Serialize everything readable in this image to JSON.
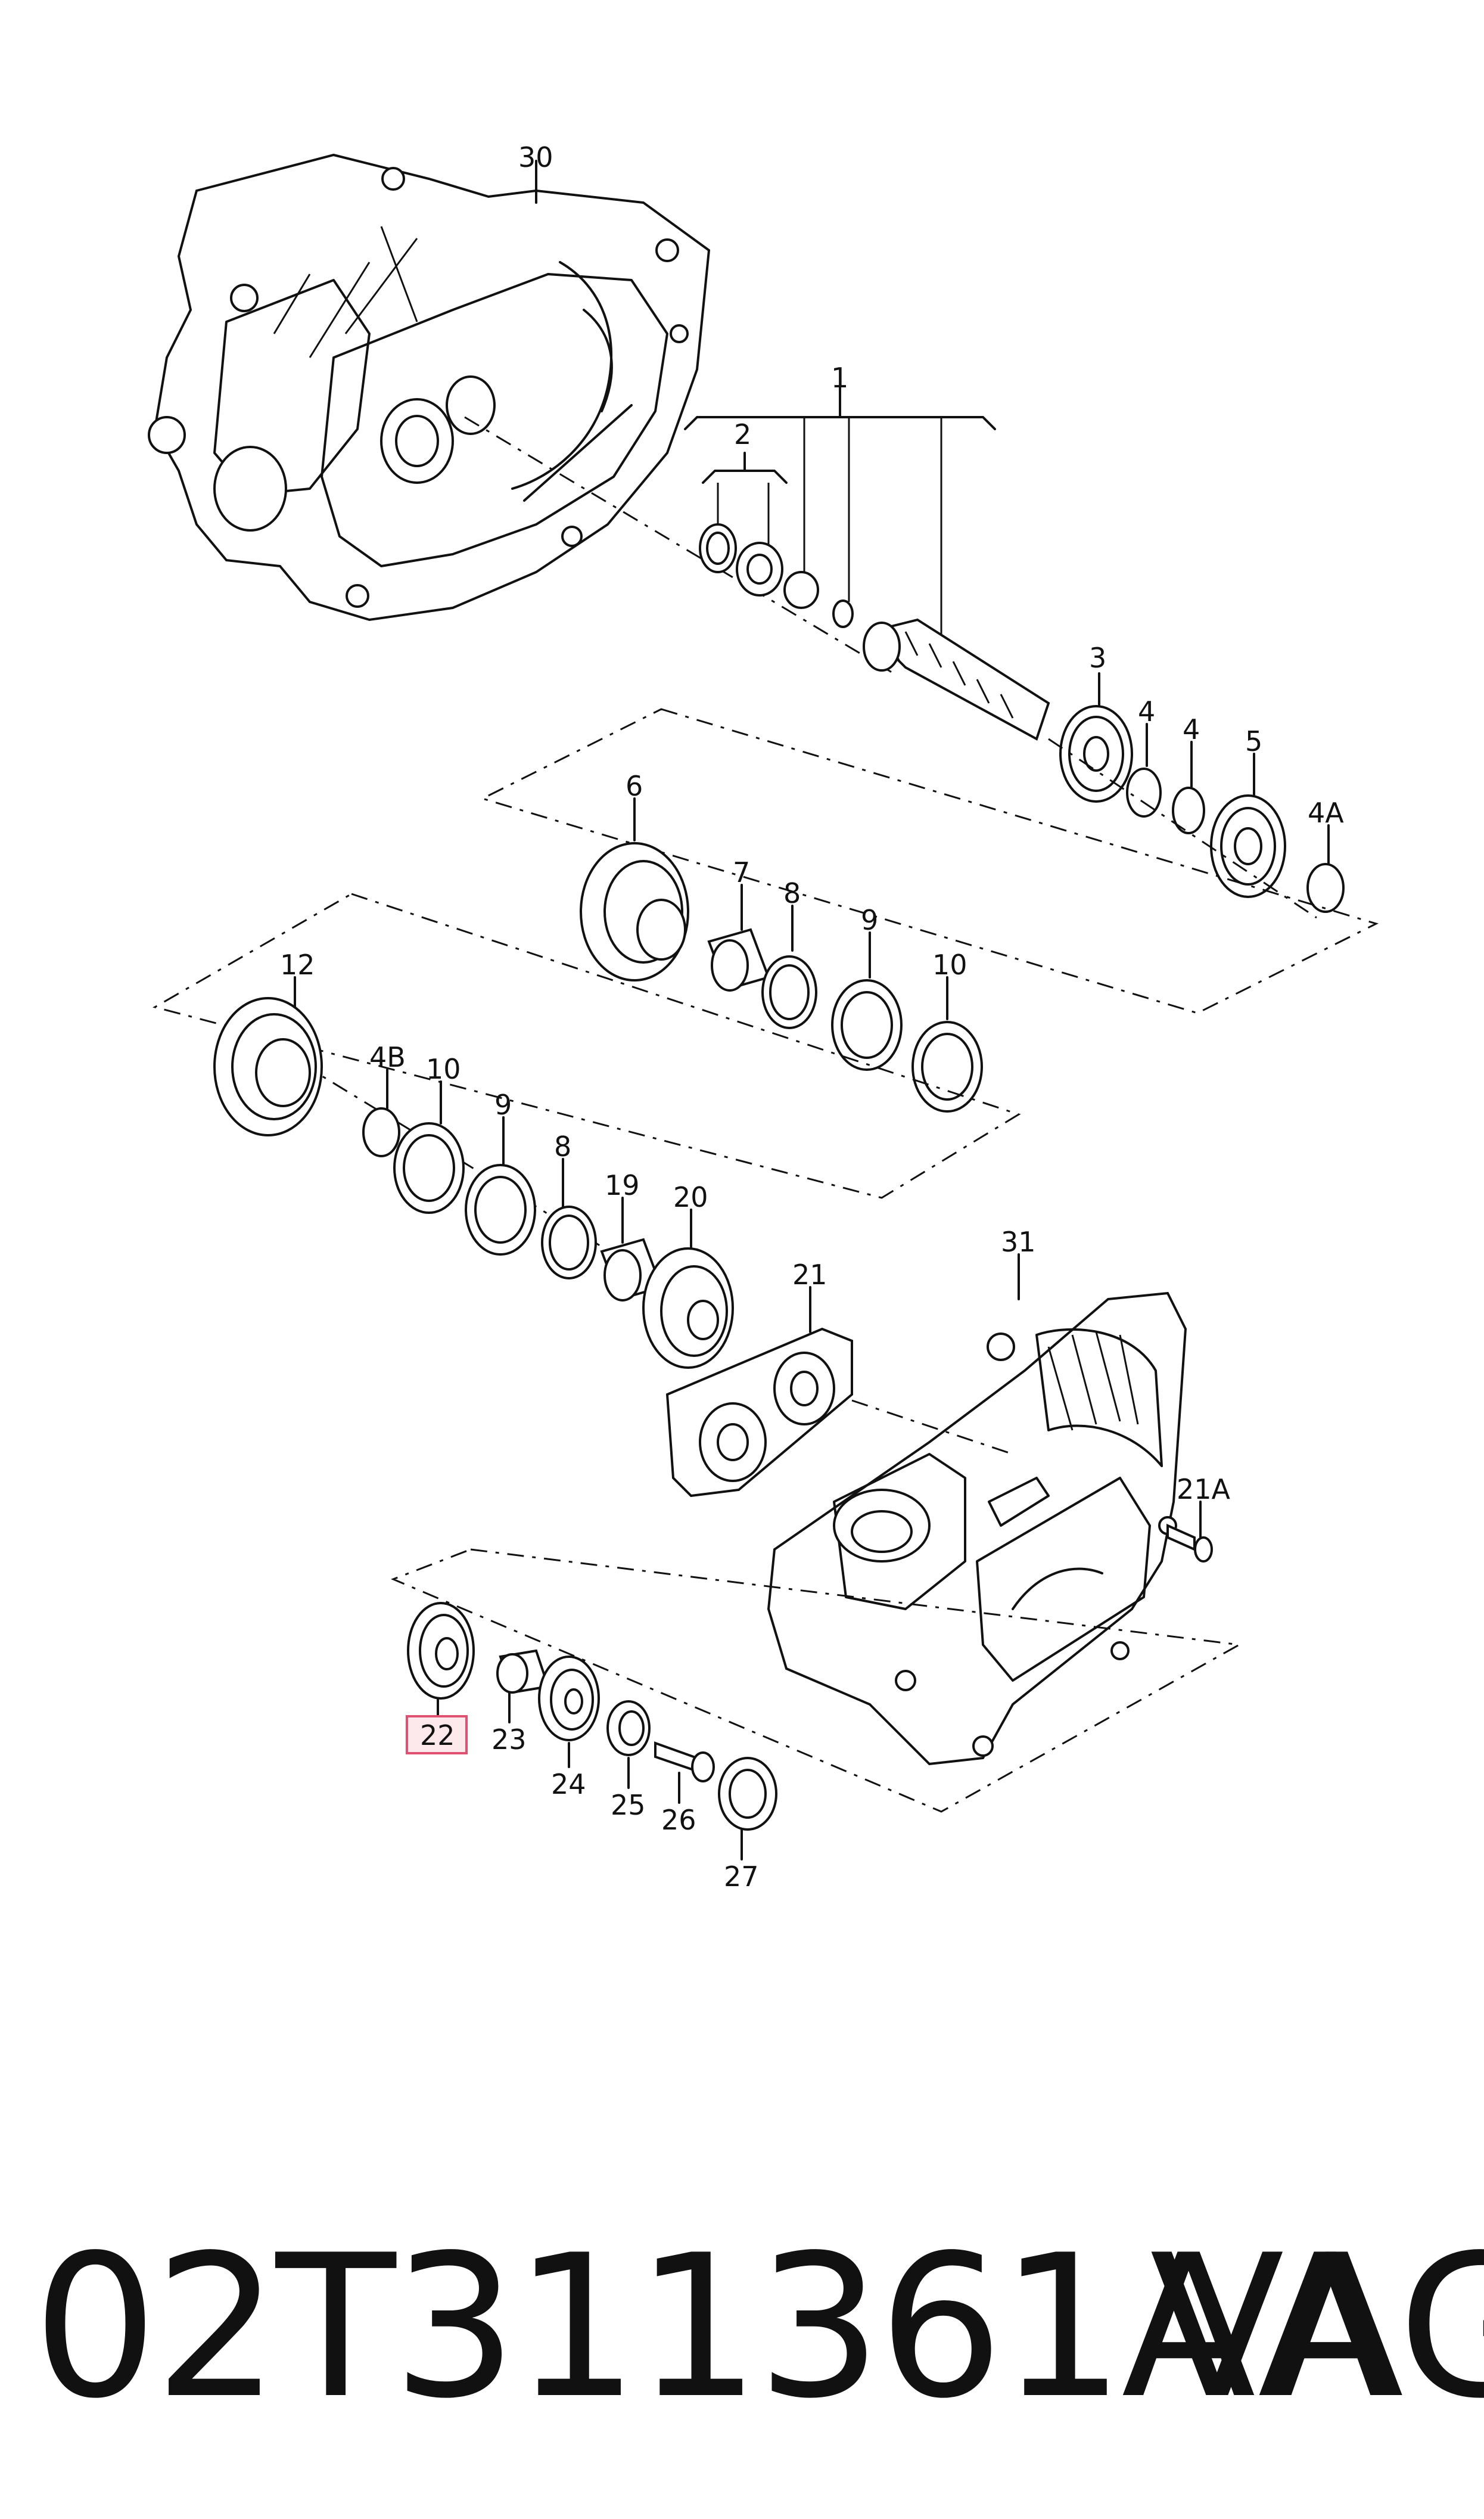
{
  "caption": {
    "part_number": "02T311361AA",
    "brand": "VAG"
  },
  "callouts": {
    "c1": "1",
    "c2": "2",
    "c3": "3",
    "c4a": "4",
    "c4b": "4",
    "c5": "5",
    "c4A": "4A",
    "c6": "6",
    "c7": "7",
    "c8a": "8",
    "c9a": "9",
    "c10a": "10",
    "c12": "12",
    "c4B": "4B",
    "c10b": "10",
    "c9b": "9",
    "c8b": "8",
    "c19": "19",
    "c20": "20",
    "c21": "21",
    "c31": "31",
    "c21A": "21A",
    "c30": "30",
    "c22": "22",
    "c23": "23",
    "c24": "24",
    "c25": "25",
    "c26": "26",
    "c27": "27"
  },
  "highlighted_callout": "22",
  "colors": {
    "line": "#111111",
    "highlight_fill": "#fde8ec",
    "highlight_stroke": "#e05070"
  }
}
